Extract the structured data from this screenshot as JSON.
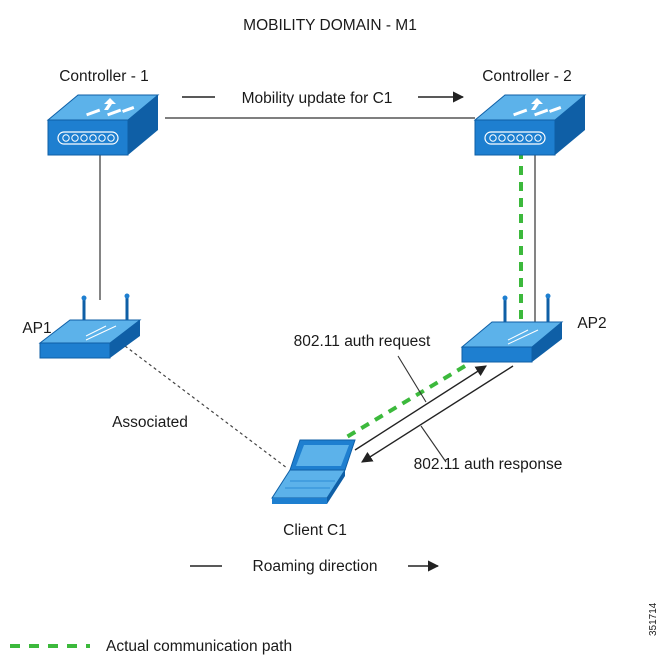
{
  "diagram": {
    "title": "MOBILITY DOMAIN - M1",
    "nodes": {
      "controller1": {
        "label": "Controller - 1"
      },
      "controller2": {
        "label": "Controller - 2"
      },
      "ap1": {
        "label": "AP1"
      },
      "ap2": {
        "label": "AP2"
      },
      "client": {
        "label": "Client C1"
      }
    },
    "edges": {
      "mobility_update": {
        "label": "Mobility update for C1"
      },
      "associated": {
        "label": "Associated"
      },
      "auth_request": {
        "label": "802.11 auth request"
      },
      "auth_response": {
        "label": "802.11 auth response"
      }
    },
    "roaming": {
      "label": "Roaming direction"
    },
    "legend": {
      "label": "Actual communication path",
      "color": "#3cb93c"
    },
    "figure_id": "351714",
    "colors": {
      "device_face": "#1e7fd0",
      "device_top": "#5cb2ea",
      "device_side": "#0f5fa6",
      "path_green": "#3cb93c",
      "line": "#333333"
    }
  }
}
